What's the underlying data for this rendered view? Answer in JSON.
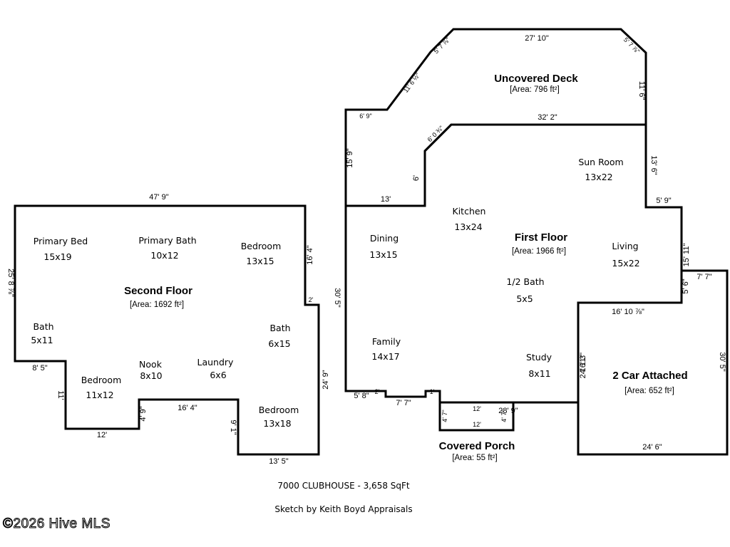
{
  "second_floor": {
    "title": "Second Floor",
    "area": "[Area: 1692 ft²]",
    "rooms": [
      {
        "name": "Primary Bed",
        "size": "15x19"
      },
      {
        "name": "Primary Bath",
        "size": "10x12"
      },
      {
        "name": "Bedroom",
        "size": "13x15"
      },
      {
        "name": "Bath",
        "size": "5x11"
      },
      {
        "name": "Bath",
        "size": "6x15"
      },
      {
        "name": "Nook",
        "size": "8x10"
      },
      {
        "name": "Laundry",
        "size": "6x6"
      },
      {
        "name": "Bedroom",
        "size": "11x12"
      },
      {
        "name": "Bedroom",
        "size": "13x18"
      }
    ],
    "dims": [
      "47' 9\"",
      "25' 8 ⅞\"",
      "16' 4\"",
      "2'",
      "24' 9\"",
      "8' 5\"",
      "11'",
      "12'",
      "4' 9\"",
      "16' 4\"",
      "9' 1\"",
      "13' 5\""
    ]
  },
  "deck": {
    "title": "Uncovered Deck",
    "area": "[Area: 796 ft²]",
    "dims": [
      "27' 10\"",
      "5' 7 ⅞\"",
      "5' 7 ⅞\"",
      "11' 6 ½\"",
      "11' 6\"",
      "6' 9\"",
      "32' 2\"",
      "6' 0 ¾\""
    ]
  },
  "first_floor": {
    "title": "First Floor",
    "area": "[Area: 1966 ft²]",
    "rooms": [
      {
        "name": "Sun Room",
        "size": "13x22"
      },
      {
        "name": "Kitchen",
        "size": "13x24"
      },
      {
        "name": "Dining",
        "size": "13x15"
      },
      {
        "name": "Living",
        "size": "15x22"
      },
      {
        "name": "1/2 Bath",
        "size": "5x5"
      },
      {
        "name": "Family",
        "size": "14x17"
      },
      {
        "name": "Study",
        "size": "8x11"
      }
    ],
    "dims": [
      "15' 9\"",
      "6'",
      "13'",
      "13' 6\"",
      "5' 9\"",
      "15' 11\"",
      "5' 6\"",
      "16' 10 ⅞\"",
      "30' 5\"",
      "5' 8\"",
      "7' 7\"",
      "28' 9\"",
      "24' 11\"",
      "2'",
      "1'"
    ]
  },
  "garage": {
    "title": "2 Car Attached",
    "area": "[Area: 652 ft²]",
    "dims": [
      "7' 7\"",
      "30' 5\"",
      "24' 6\"",
      "16' 3\""
    ]
  },
  "porch": {
    "title": "Covered Porch",
    "area": "[Area: 55 ft²]",
    "dims": [
      "12'",
      "12'",
      "4' 7\"",
      "4' 7\""
    ]
  },
  "footer": {
    "caption1": "7000 CLUBHOUSE - 3,658 SqFt",
    "caption2": "Sketch by Keith Boyd Appraisals",
    "watermark": "©2026 Hive MLS"
  }
}
